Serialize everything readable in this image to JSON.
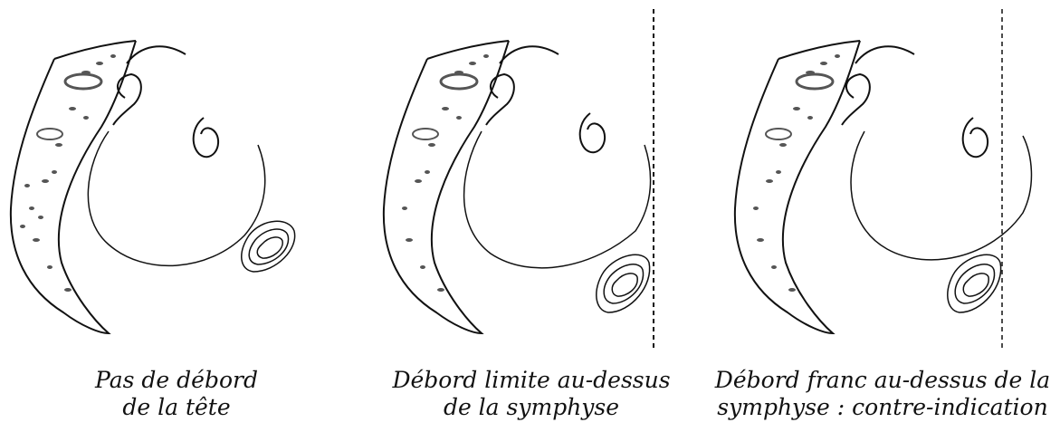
{
  "panels": [
    {
      "id": "no-overflow",
      "caption_line1": "Pas de débord",
      "caption_line2": "de la tête",
      "symphysis_line": false
    },
    {
      "id": "limit-overflow",
      "caption_line1": "Débord limite au-dessus",
      "caption_line2": "de la symphyse",
      "symphysis_line": true
    },
    {
      "id": "frank-overflow",
      "caption_line1": "Débord franc au-dessus de la",
      "caption_line2": "symphyse : contre-indication",
      "symphysis_line": true
    }
  ],
  "colors": {
    "line": "#111111",
    "texture": "#555555"
  }
}
